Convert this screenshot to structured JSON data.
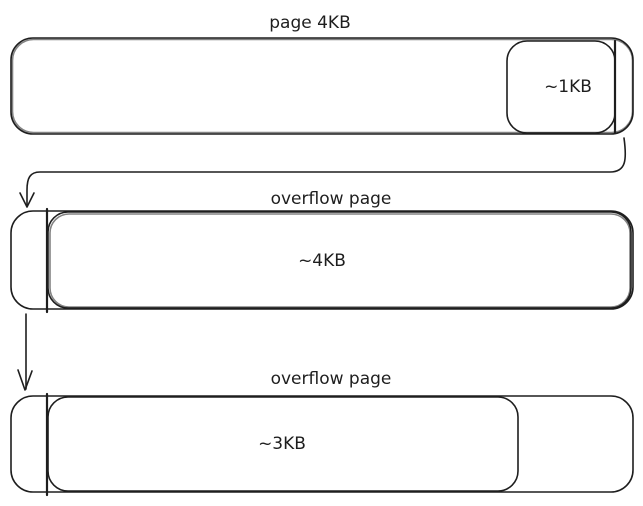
{
  "pages": [
    {
      "title": "page 4KB",
      "segment_label": "~1KB"
    },
    {
      "title": "overflow page",
      "segment_label": "~4KB"
    },
    {
      "title": "overflow page",
      "segment_label": "~3KB"
    }
  ],
  "stroke_color": "#1e1e1e",
  "background_color": "#ffffff"
}
